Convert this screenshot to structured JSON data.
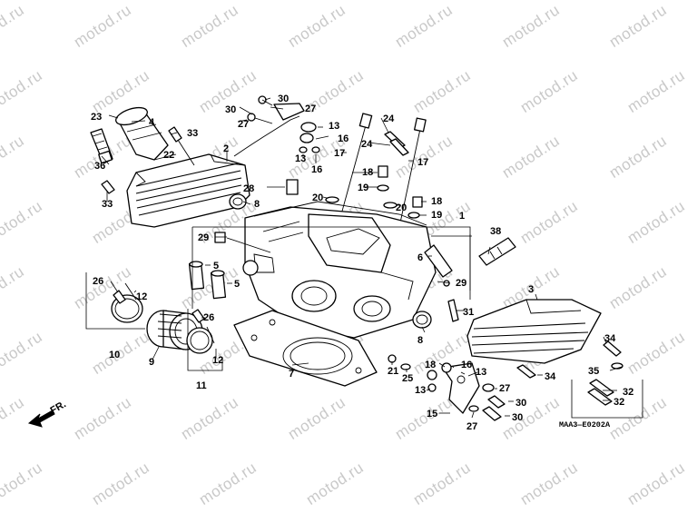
{
  "watermark": "motod.ru",
  "diagram_code": "MAA3—E0202A",
  "direction_label": "FR.",
  "callouts": [
    {
      "id": "c1",
      "text": "1"
    },
    {
      "id": "c2",
      "text": "2"
    },
    {
      "id": "c3",
      "text": "3"
    },
    {
      "id": "c4",
      "text": "4"
    },
    {
      "id": "c5a",
      "text": "5"
    },
    {
      "id": "c5b",
      "text": "5"
    },
    {
      "id": "c6",
      "text": "6"
    },
    {
      "id": "c7",
      "text": "7"
    },
    {
      "id": "c8a",
      "text": "8"
    },
    {
      "id": "c8b",
      "text": "8"
    },
    {
      "id": "c9",
      "text": "9"
    },
    {
      "id": "c10",
      "text": "10"
    },
    {
      "id": "c11",
      "text": "11"
    },
    {
      "id": "c12a",
      "text": "12"
    },
    {
      "id": "c12b",
      "text": "12"
    },
    {
      "id": "c13a",
      "text": "13"
    },
    {
      "id": "c13b",
      "text": "13"
    },
    {
      "id": "c13c",
      "text": "13"
    },
    {
      "id": "c13d",
      "text": "13"
    },
    {
      "id": "c15",
      "text": "15"
    },
    {
      "id": "c16a",
      "text": "16"
    },
    {
      "id": "c16b",
      "text": "16"
    },
    {
      "id": "c16c",
      "text": "16"
    },
    {
      "id": "c17a",
      "text": "17"
    },
    {
      "id": "c17b",
      "text": "17"
    },
    {
      "id": "c18a",
      "text": "18"
    },
    {
      "id": "c18b",
      "text": "18"
    },
    {
      "id": "c18c",
      "text": "18"
    },
    {
      "id": "c19a",
      "text": "19"
    },
    {
      "id": "c19b",
      "text": "19"
    },
    {
      "id": "c20a",
      "text": "20"
    },
    {
      "id": "c20b",
      "text": "20"
    },
    {
      "id": "c21",
      "text": "21"
    },
    {
      "id": "c22",
      "text": "22"
    },
    {
      "id": "c23",
      "text": "23"
    },
    {
      "id": "c24a",
      "text": "24"
    },
    {
      "id": "c24b",
      "text": "24"
    },
    {
      "id": "c25",
      "text": "25"
    },
    {
      "id": "c26a",
      "text": "26"
    },
    {
      "id": "c26b",
      "text": "26"
    },
    {
      "id": "c27a",
      "text": "27"
    },
    {
      "id": "c27b",
      "text": "27"
    },
    {
      "id": "c27c",
      "text": "27"
    },
    {
      "id": "c27d",
      "text": "27"
    },
    {
      "id": "c28",
      "text": "28"
    },
    {
      "id": "c29a",
      "text": "29"
    },
    {
      "id": "c29b",
      "text": "29"
    },
    {
      "id": "c30a",
      "text": "30"
    },
    {
      "id": "c30b",
      "text": "30"
    },
    {
      "id": "c30c",
      "text": "30"
    },
    {
      "id": "c30d",
      "text": "30"
    },
    {
      "id": "c31",
      "text": "31"
    },
    {
      "id": "c32a",
      "text": "32"
    },
    {
      "id": "c32b",
      "text": "32"
    },
    {
      "id": "c33a",
      "text": "33"
    },
    {
      "id": "c33b",
      "text": "33"
    },
    {
      "id": "c34a",
      "text": "34"
    },
    {
      "id": "c34b",
      "text": "34"
    },
    {
      "id": "c35",
      "text": "35"
    },
    {
      "id": "c36",
      "text": "36"
    },
    {
      "id": "c38",
      "text": "38"
    }
  ]
}
